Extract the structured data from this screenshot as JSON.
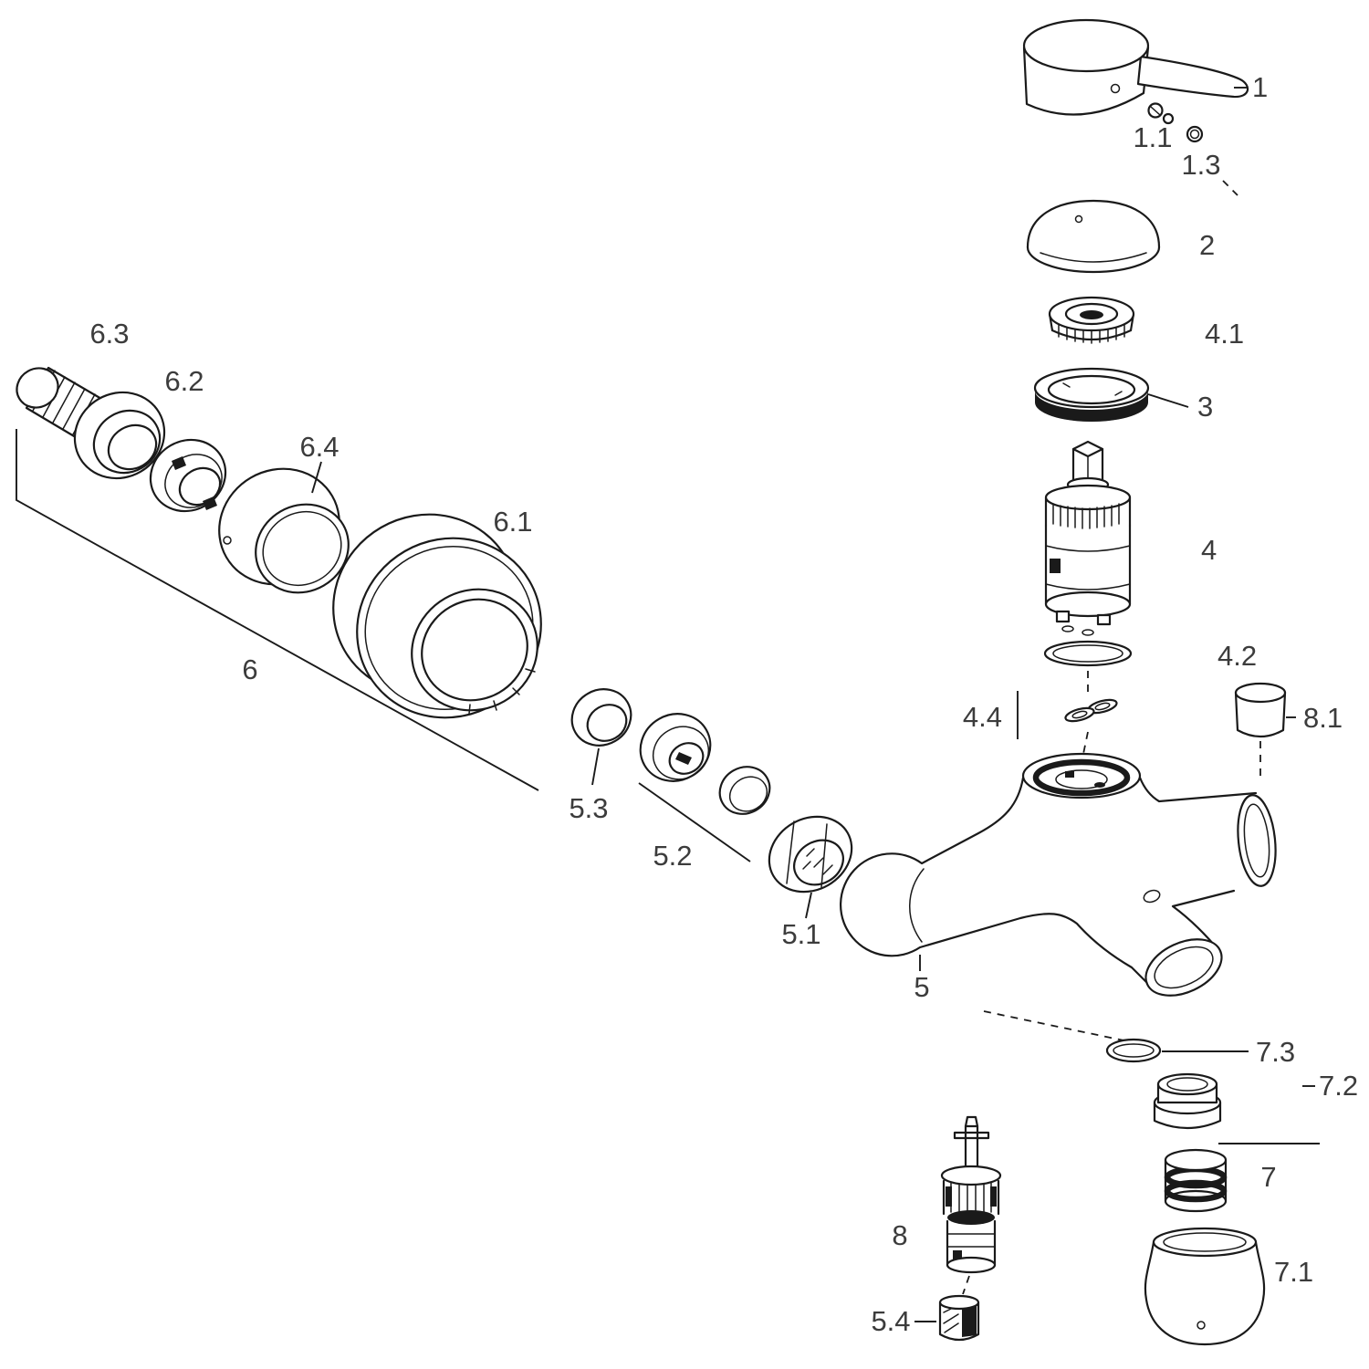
{
  "diagram": {
    "labels": {
      "p1": "1",
      "p1_1": "1.1",
      "p1_3": "1.3",
      "p2": "2",
      "p3": "3",
      "p4": "4",
      "p4_1": "4.1",
      "p4_2": "4.2",
      "p4_4": "4.4",
      "p5": "5",
      "p5_1": "5.1",
      "p5_2": "5.2",
      "p5_3": "5.3",
      "p5_4": "5.4",
      "p6": "6",
      "p6_1": "6.1",
      "p6_2": "6.2",
      "p6_3": "6.3",
      "p6_4": "6.4",
      "p7": "7",
      "p7_1": "7.1",
      "p7_2": "7.2",
      "p7_3": "7.3",
      "p8": "8",
      "p8_1": "8.1"
    },
    "colors": {
      "line": "#1a1a1a",
      "label": "#3c3c3c",
      "background": "#ffffff"
    }
  }
}
